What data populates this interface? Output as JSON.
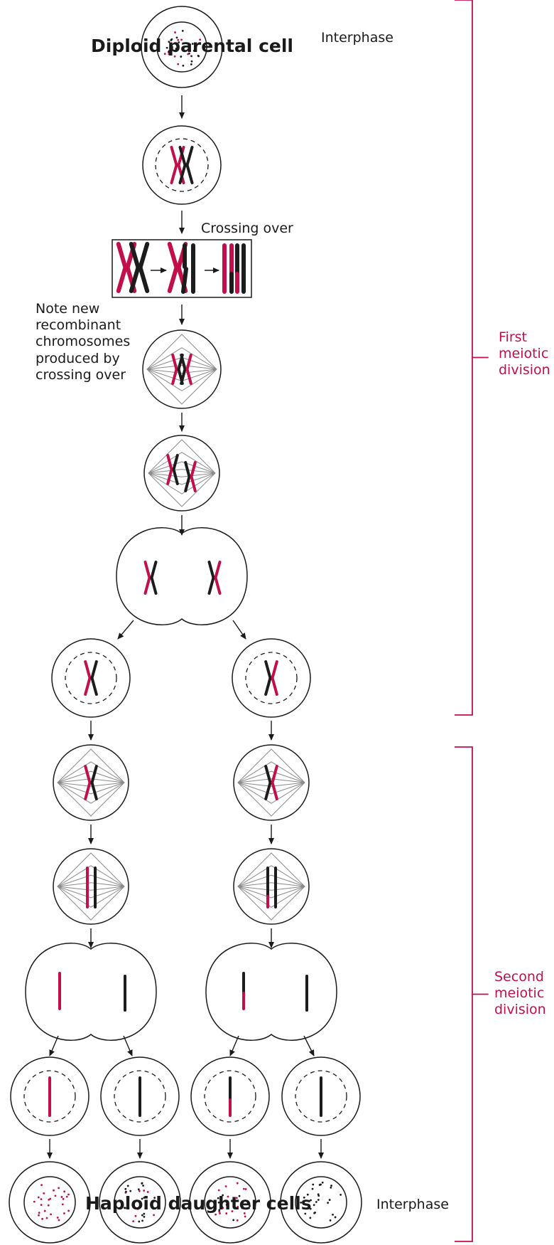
{
  "colors": {
    "maternal": "#c20f4a",
    "paternal": "#1c1c1c",
    "outline": "#1a1a1a",
    "spindle": "#8a8a8a",
    "bracket": "#c20f4a"
  },
  "labels": {
    "diploid_parental_cell": "Diploid parental cell",
    "interphase_top": "Interphase",
    "crossing_over": "Crossing over",
    "recombinant_note": "Note new recombinant chromosomes produced by crossing over",
    "haploid_daughter_cells": "Haploid daughter cells",
    "interphase_bottom": "Interphase"
  },
  "brackets": {
    "first_division": "First meiotic division",
    "second_division": "Second meiotic division"
  }
}
